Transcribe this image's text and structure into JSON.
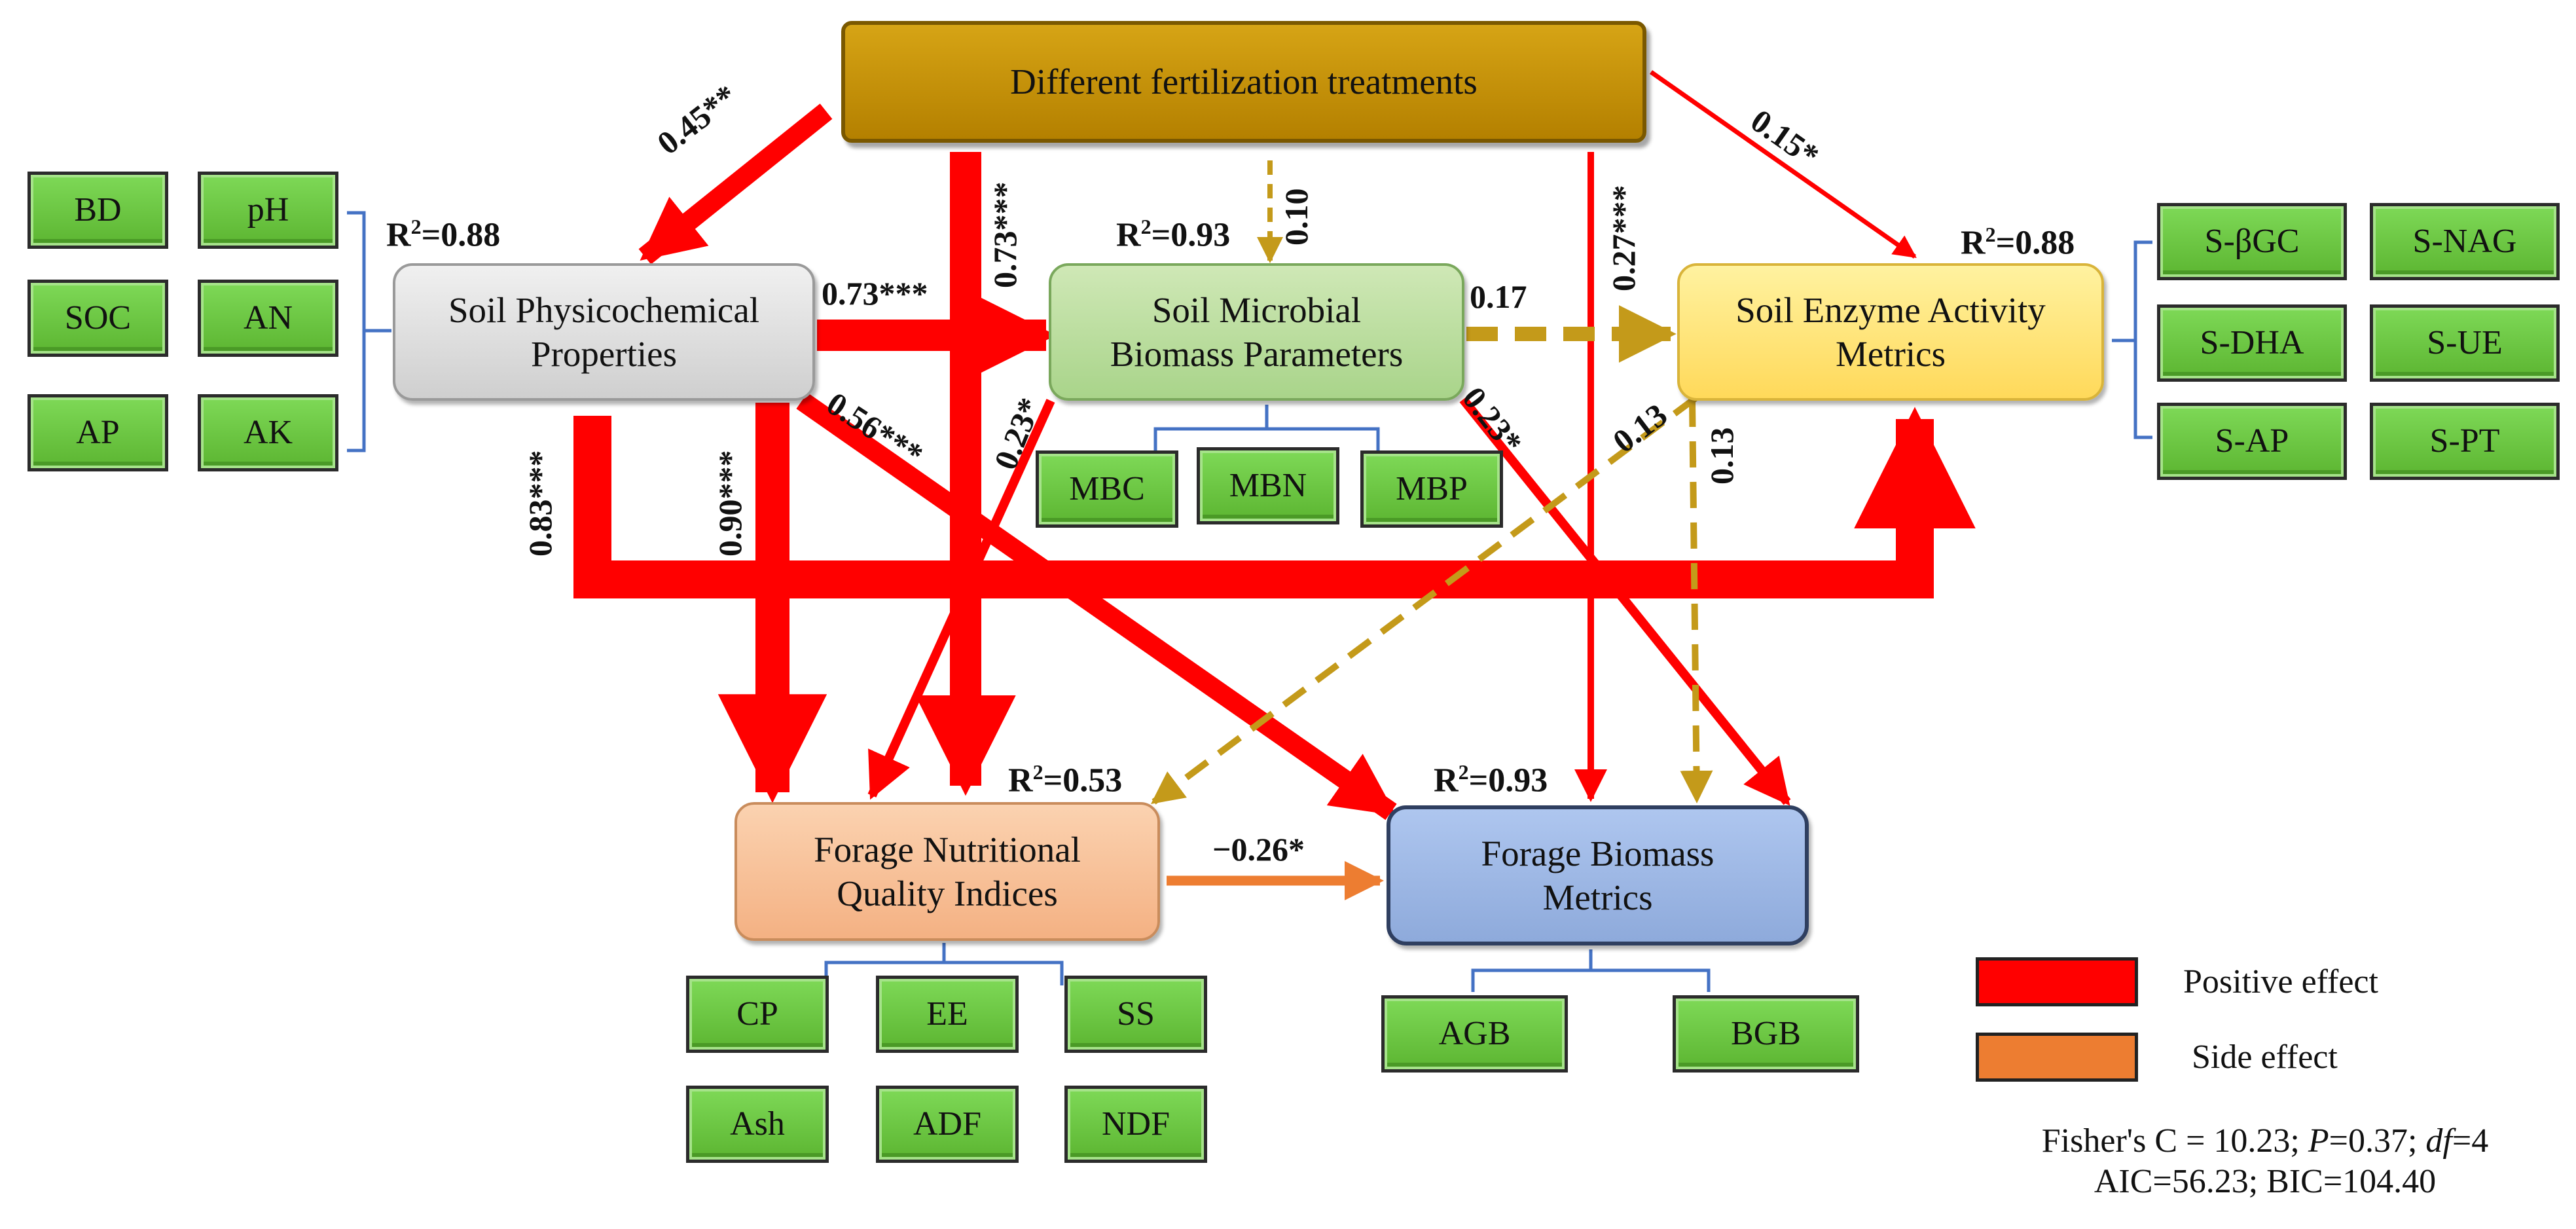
{
  "nodes": {
    "treatments": "Different fertilization treatments",
    "physicochemical": "Soil Physicochemical\nProperties",
    "microbial": "Soil Microbial\nBiomass Parameters",
    "enzyme": "Soil Enzyme Activity\nMetrics",
    "nutritional": "Forage Nutritional\nQuality Indices",
    "biomass": "Forage Biomass\nMetrics"
  },
  "indicators": {
    "physicochemical": [
      "BD",
      "pH",
      "SOC",
      "AN",
      "AP",
      "AK"
    ],
    "microbial": [
      "MBC",
      "MBN",
      "MBP"
    ],
    "enzyme": [
      "S-βGC",
      "S-NAG",
      "S-DHA",
      "S-UE",
      "S-AP",
      "S-PT"
    ],
    "nutritional": [
      "CP",
      "EE",
      "SS",
      "Ash",
      "ADF",
      "NDF"
    ],
    "biomass": [
      "AGB",
      "BGB"
    ]
  },
  "r_squared": {
    "physicochemical": "0.88",
    "microbial": "0.93",
    "enzyme": "0.88",
    "nutritional": "0.53",
    "biomass": "0.93"
  },
  "r2_prefix": "R",
  "r2_sup": "2",
  "path_coefficients": {
    "treat_phys": "0.45**",
    "treat_nutr": "0.73***",
    "treat_micro": "0.10",
    "treat_biom": "0.27***",
    "treat_enz": "0.15*",
    "phys_micro": "0.73***",
    "phys_enz": "0.83***",
    "phys_nutr": "0.90***",
    "phys_biom": "0.56***",
    "micro_enz": "0.17",
    "micro_nutr": "0.23*",
    "micro_biom": "0.23*",
    "enz_nutr": "0.13",
    "enz_biom": "0.13",
    "nutr_biom": "−0.26*"
  },
  "legend": {
    "positive": "Positive effect",
    "side": "Side effect"
  },
  "colors": {
    "positive": "#ff0000",
    "side": "#ed7d31",
    "nonsignificant": "#c49a1a",
    "bracket": "#4472c4"
  },
  "fit_statistics": {
    "fisher_label": "Fisher's C = ",
    "fisher_value": "10.23",
    "p_label": "P",
    "p_value": "=0.37",
    "df_label": "df",
    "df_value": "=4",
    "aic_bic": "AIC=56.23; BIC=104.40"
  }
}
